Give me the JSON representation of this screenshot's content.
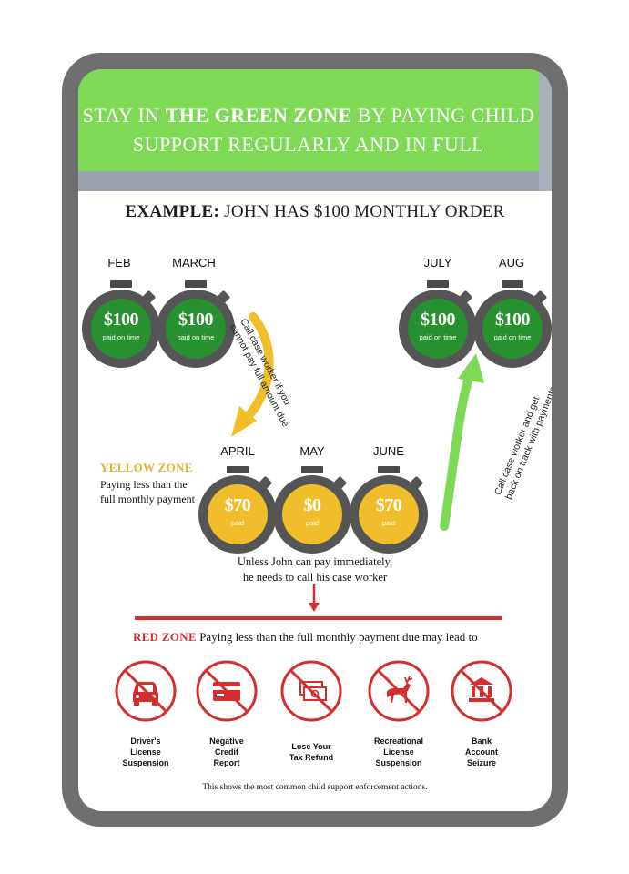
{
  "banner": {
    "line1_pre": "STAY IN ",
    "line1_bold": "THE GREEN ZONE",
    "line1_post": " BY PAYING CHILD",
    "line2": "SUPPORT REGULARLY AND IN FULL"
  },
  "example": {
    "label": "EXAMPLE:",
    "text": " JOHN HAS $100 MONTHLY ORDER"
  },
  "timers": [
    {
      "month": "FEB",
      "amount": "$100",
      "status": "paid on time",
      "zone": "green"
    },
    {
      "month": "MARCH",
      "amount": "$100",
      "status": "paid on time",
      "zone": "green"
    },
    {
      "month": "JULY",
      "amount": "$100",
      "status": "paid on time",
      "zone": "green"
    },
    {
      "month": "AUG",
      "amount": "$100",
      "status": "paid on time",
      "zone": "green"
    },
    {
      "month": "APRIL",
      "amount": "$70",
      "status": "paid",
      "zone": "yellow"
    },
    {
      "month": "MAY",
      "amount": "$0",
      "status": "paid",
      "zone": "yellow"
    },
    {
      "month": "JUNE",
      "amount": "$70",
      "status": "paid",
      "zone": "yellow"
    }
  ],
  "yellow_zone": {
    "title": "YELLOW ZONE",
    "description": "Paying less than the full monthly payment"
  },
  "notes": {
    "left_line1": "Call case worker if you",
    "left_line2": "cannot pay full amount due",
    "right_line1": "Call case worker and get",
    "right_line2": "back on track with payments"
  },
  "unless": {
    "line1": "Unless John  can pay immediately,",
    "line2": "he needs to call his case worker"
  },
  "red_zone": {
    "title": "RED ZONE",
    "text": " Paying less than the full monthly payment due may lead to"
  },
  "consequences": [
    {
      "icon": "car-icon",
      "line1": "Driver's",
      "line2": "License",
      "line3": "Suspension"
    },
    {
      "icon": "credit-card-icon",
      "line1": "Negative",
      "line2": "Credit",
      "line3": "Report"
    },
    {
      "icon": "money-icon",
      "line1": "Lose Your",
      "line2": "Tax Refund",
      "line3": ""
    },
    {
      "icon": "deer-icon",
      "line1": "Recreational",
      "line2": "License",
      "line3": "Suspension"
    },
    {
      "icon": "bank-icon",
      "line1": "Bank",
      "line2": "Account",
      "line3": "Seizure"
    }
  ],
  "footer": "This shows the most common child support enforcement actions.",
  "colors": {
    "green": "#7ed957",
    "dark_green": "#27902f",
    "yellow": "#f1bd2a",
    "red": "#d32f2f",
    "frame": "#6f6f6f"
  }
}
